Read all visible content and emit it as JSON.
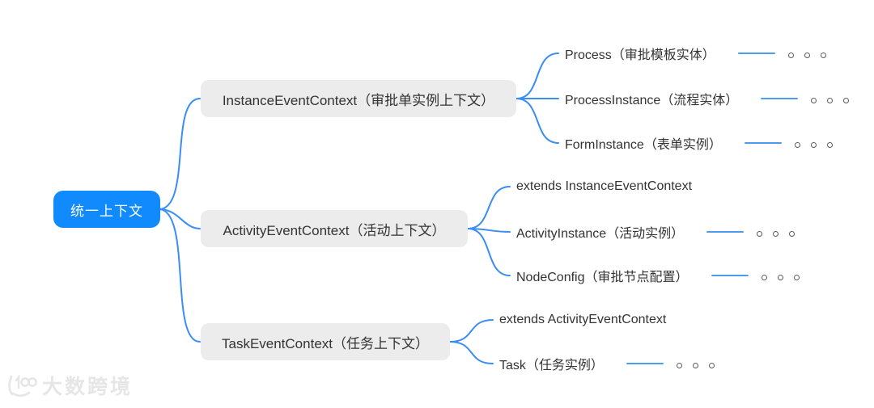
{
  "root": {
    "label": "统一上下文"
  },
  "branches": [
    {
      "label": "InstanceEventContext（审批单实例上下文）",
      "children": [
        {
          "label": "Process（审批模板实体）"
        },
        {
          "label": "ProcessInstance（流程实体）"
        },
        {
          "label": "FormInstance（表单实例）"
        }
      ]
    },
    {
      "label": "ActivityEventContext（活动上下文）",
      "children": [
        {
          "label": "extends InstanceEventContext"
        },
        {
          "label": "ActivityInstance（活动实例）"
        },
        {
          "label": "NodeConfig（审批节点配置）"
        }
      ]
    },
    {
      "label": "TaskEventContext（任务上下文）",
      "children": [
        {
          "label": "extends ActivityEventContext"
        },
        {
          "label": "Task（任务实例）"
        }
      ]
    }
  ],
  "watermark": {
    "logo": "100",
    "text": "大数跨境"
  },
  "colors": {
    "root_bg": "#108afd",
    "root_text": "#ffffff",
    "branch_bg": "#ececec",
    "branch_text": "#333333",
    "connector": "#3a8ef2",
    "summary_line": "#4d9bee",
    "dot_border": "#5a5a5a"
  }
}
